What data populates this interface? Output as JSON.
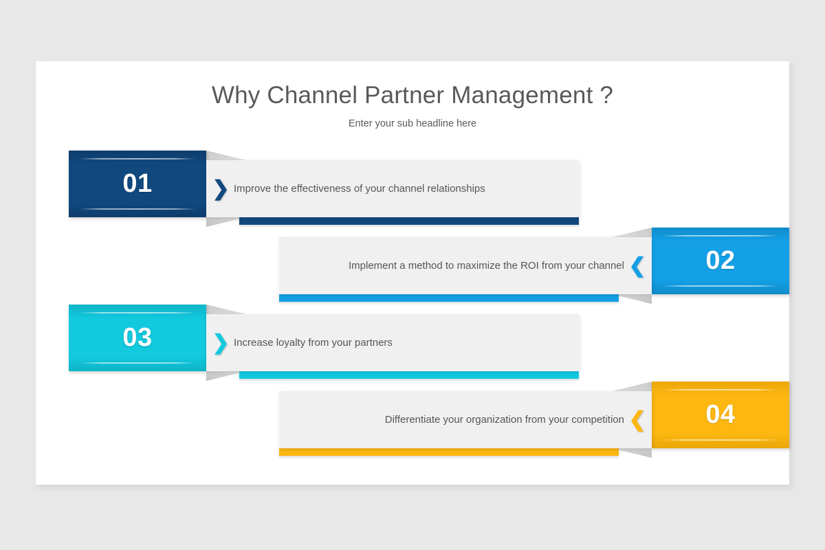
{
  "slide": {
    "title": "Why Channel Partner Management ?",
    "subtitle": "Enter your sub headline here",
    "background_color": "#e8e8e8",
    "card_color": "#ffffff",
    "panel_color": "#f0f0f0",
    "text_color": "#555555",
    "title_color": "#595959"
  },
  "rows": [
    {
      "number": "01",
      "text": "Improve the effectiveness of your channel relationships",
      "color": "#11497f",
      "color_dark": "#0d3c6b",
      "side": "left",
      "chevron": "chevron-right-icon",
      "chevron_glyph": "❯"
    },
    {
      "number": "02",
      "text": "Implement a method to maximize the ROI from your channel",
      "color": "#14a0e6",
      "color_dark": "#0f8ccb",
      "side": "right",
      "chevron": "chevron-left-icon",
      "chevron_glyph": "❮"
    },
    {
      "number": "03",
      "text": "Increase loyalty from your partners",
      "color": "#12c9de",
      "color_dark": "#0eb4c8",
      "side": "left",
      "chevron": "chevron-right-icon",
      "chevron_glyph": "❯"
    },
    {
      "number": "04",
      "text": "Differentiate your organization from your competition",
      "color": "#fcb711",
      "color_dark": "#eaa708",
      "side": "right",
      "chevron": "chevron-left-icon",
      "chevron_glyph": "❮"
    }
  ]
}
